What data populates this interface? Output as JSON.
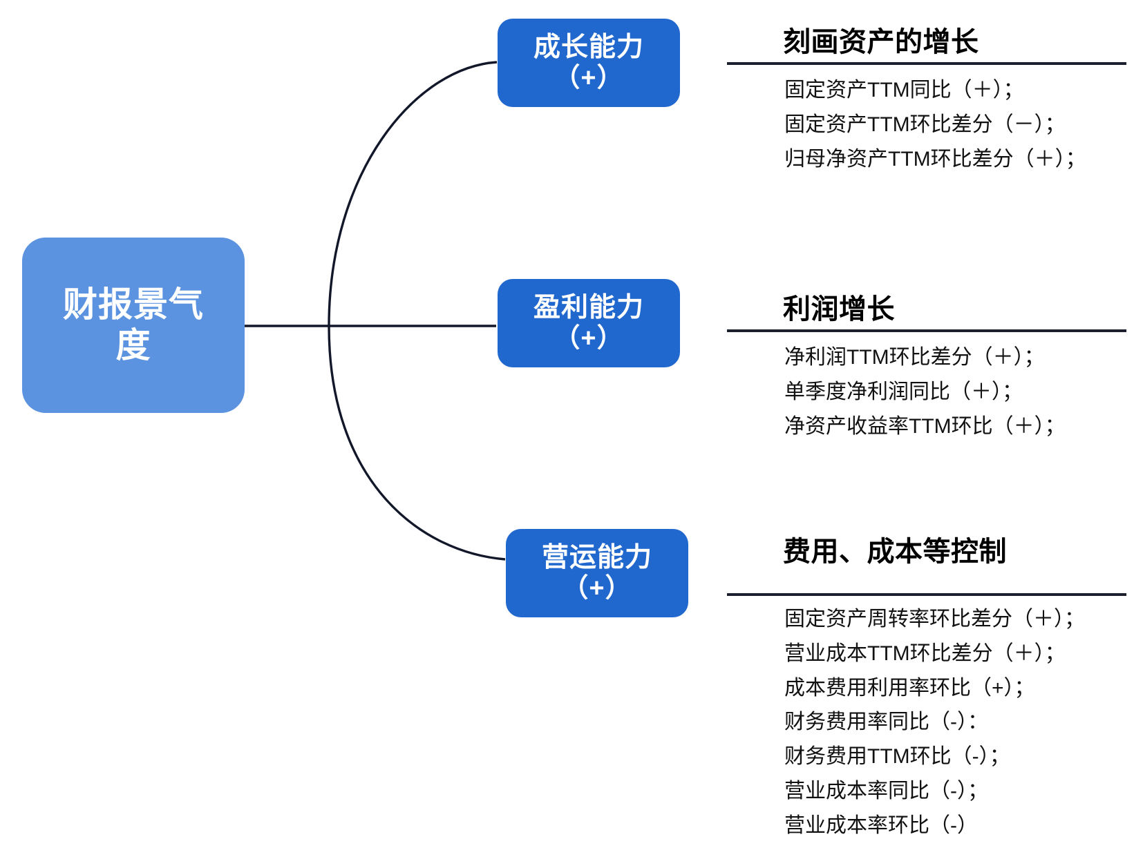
{
  "diagram": {
    "type": "mind-map",
    "root": {
      "label_lines": [
        "财报景气",
        "度"
      ],
      "color": "#5B93E0"
    },
    "branches": [
      {
        "node_label": "成长能力",
        "node_sign": "（+）",
        "node_color": "#2168CE",
        "heading": "刻画资产的增长",
        "items": [
          "固定资产TTM同比（＋）；",
          "固定资产TTM环比差分（－）；",
          "归母净资产TTM环比差分（＋）；"
        ]
      },
      {
        "node_label": "盈利能力",
        "node_sign": "（+）",
        "node_color": "#2168CE",
        "heading": "利润增长",
        "items": [
          "净利润TTM环比差分（＋）；",
          "单季度净利润同比（＋）；",
          "净资产收益率TTM环比（＋）；"
        ]
      },
      {
        "node_label": "营运能力",
        "node_sign": "（+）",
        "node_color": "#2168CE",
        "heading": "费用、成本等控制",
        "items": [
          "固定资产周转率环比差分（＋）；",
          "营业成本TTM环比差分（＋）；",
          "成本费用利用率环比（+）；",
          "财务费用率同比（-）：",
          "财务费用TTM环比（-）；",
          "营业成本率同比（-）；",
          "营业成本率环比（-）"
        ]
      }
    ],
    "colors": {
      "root_fill": "#5B93E0",
      "branch_fill": "#2168CE",
      "connector_stroke": "#12172a",
      "rule_color": "#1b1f2e",
      "node_text": "#ffffff",
      "body_text": "#111111"
    }
  }
}
